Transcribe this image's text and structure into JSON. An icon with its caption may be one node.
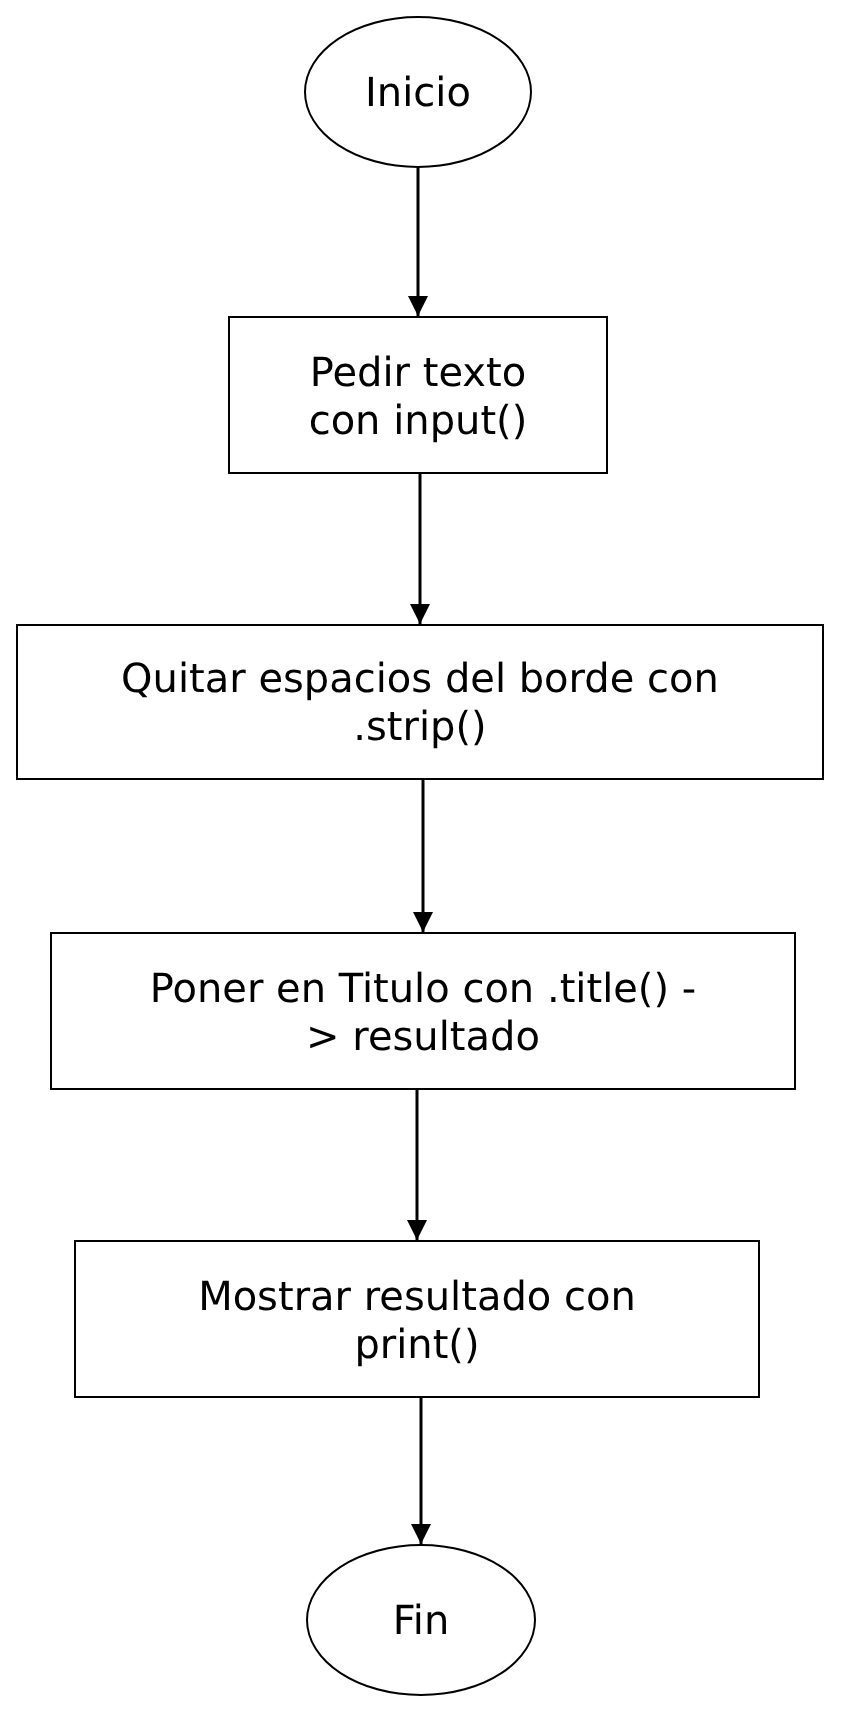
{
  "diagram": {
    "nodes": [
      {
        "text": [
          "Inicio"
        ]
      },
      {
        "text": [
          "Pedir texto con input()"
        ]
      },
      {
        "text": [
          "Quitar espacios del borde con .strip()"
        ]
      },
      {
        "text": [
          "Poner en Titulo con .title() -> resultado"
        ]
      },
      {
        "text": [
          "Mostrar resultado con print()"
        ]
      },
      {
        "text": [
          "Fin"
        ]
      }
    ],
    "edges": [
      {
        "from": 0,
        "to": 1,
        "arrow": "to"
      },
      {
        "from": 1,
        "to": 2,
        "arrow": "to"
      },
      {
        "from": 2,
        "to": 3,
        "arrow": "to"
      },
      {
        "from": 3,
        "to": 4,
        "arrow": "to"
      },
      {
        "from": 4,
        "to": 5,
        "arrow": "to"
      }
    ]
  }
}
